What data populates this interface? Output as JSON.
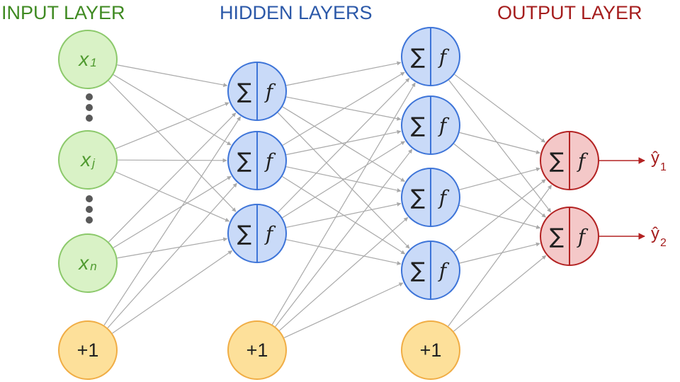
{
  "colors": {
    "input_fill": "#d9f2c6",
    "input_border": "#8cc96b",
    "input_text": "#4f9a2f",
    "input_title": "#3f8a22",
    "hidden_fill": "#c9daf8",
    "hidden_border": "#3d74d8",
    "hidden_title": "#2b58a8",
    "output_fill": "#f4c8c8",
    "output_border": "#b32222",
    "output_title": "#a51d1d",
    "bias_fill": "#fde09a",
    "bias_border": "#f0ad45",
    "edge": "#a9a9a9",
    "dots": "#595959",
    "node_text": "#202020"
  },
  "titles": {
    "input": "INPUT LAYER",
    "hidden": "HIDDEN LAYERS",
    "output": "OUTPUT LAYER"
  },
  "input_nodes": [
    {
      "symbol": "x",
      "subscript": "1"
    },
    {
      "symbol": "x",
      "subscript": "j"
    },
    {
      "symbol": "x",
      "subscript": "n"
    }
  ],
  "neuron": {
    "sum_symbol": "∑",
    "activation_symbol": "f"
  },
  "bias": {
    "label": "+1"
  },
  "outputs": [
    {
      "symbol": "ŷ",
      "subscript": "1"
    },
    {
      "symbol": "ŷ",
      "subscript": "2"
    }
  ],
  "icons": {
    "ellipsis": "vertical-ellipsis-icon",
    "arrow": "arrow-right-icon"
  }
}
